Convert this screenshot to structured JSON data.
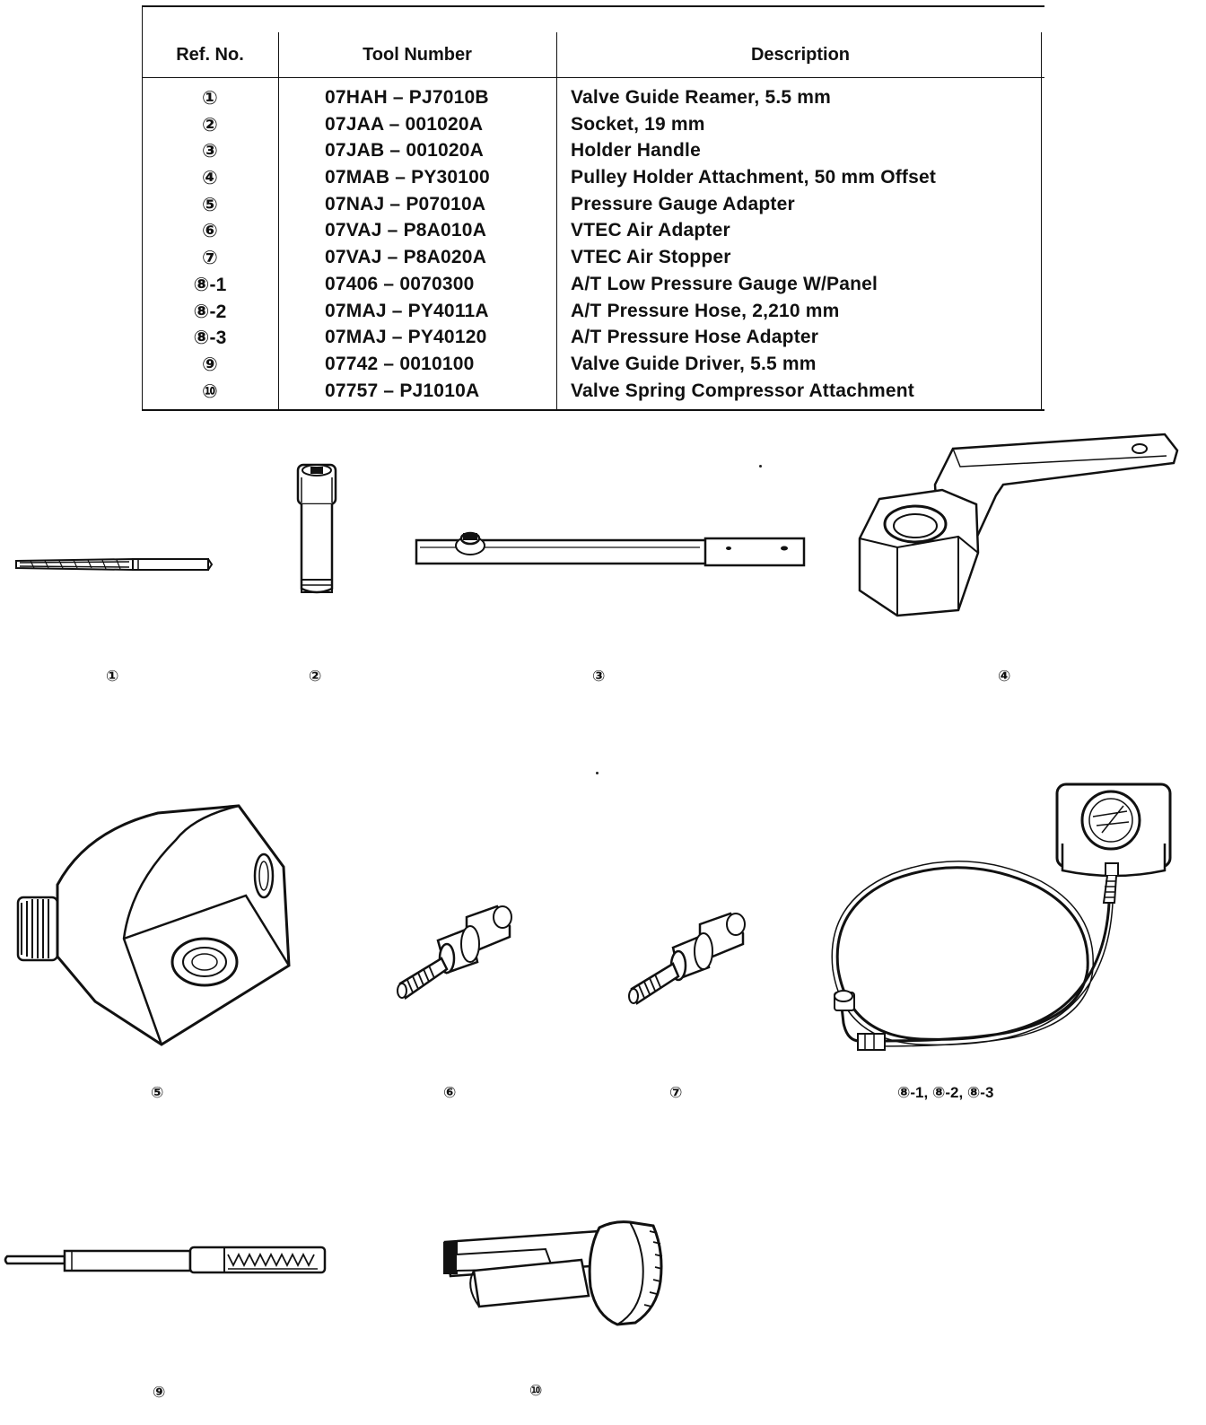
{
  "table": {
    "headers": {
      "ref": "Ref. No.",
      "tool": "Tool Number",
      "desc": "Description"
    },
    "rows": [
      {
        "ref": "①",
        "tool": "07HAH – PJ7010B",
        "desc": "Valve Guide Reamer, 5.5 mm"
      },
      {
        "ref": "②",
        "tool": "07JAA – 001020A",
        "desc": "Socket, 19 mm"
      },
      {
        "ref": "③",
        "tool": "07JAB – 001020A",
        "desc": "Holder Handle"
      },
      {
        "ref": "④",
        "tool": "07MAB – PY30100",
        "desc": "Pulley Holder Attachment, 50 mm Offset"
      },
      {
        "ref": "⑤",
        "tool": "07NAJ – P07010A",
        "desc": "Pressure Gauge Adapter"
      },
      {
        "ref": "⑥",
        "tool": "07VAJ – P8A010A",
        "desc": "VTEC Air Adapter"
      },
      {
        "ref": "⑦",
        "tool": "07VAJ – P8A020A",
        "desc": "VTEC Air Stopper"
      },
      {
        "ref": "⑧-1",
        "tool": "07406 – 0070300",
        "desc": "A/T Low Pressure Gauge W/Panel"
      },
      {
        "ref": "⑧-2",
        "tool": "07MAJ – PY4011A",
        "desc": "A/T Pressure Hose, 2,210 mm"
      },
      {
        "ref": "⑧-3",
        "tool": "07MAJ – PY40120",
        "desc": "A/T Pressure Hose Adapter"
      },
      {
        "ref": "⑨",
        "tool": "07742 – 0010100",
        "desc": "Valve Guide Driver, 5.5 mm"
      },
      {
        "ref": "⑩",
        "tool": "07757 – PJ1010A",
        "desc": "Valve Spring Compressor Attachment"
      }
    ]
  },
  "figures": {
    "c1": "①",
    "c2": "②",
    "c3": "③",
    "c4": "④",
    "c5": "⑤",
    "c6": "⑥",
    "c7": "⑦",
    "c8": "⑧-1, ⑧-2, ⑧-3",
    "c9": "⑨",
    "c10": "⑩"
  },
  "icons": {
    "reamer": "valve-guide-reamer-icon",
    "socket": "socket-icon",
    "handle": "holder-handle-icon",
    "pulley": "pulley-holder-attachment-icon",
    "adapter": "pressure-gauge-adapter-icon",
    "air_adapter": "vtec-air-adapter-icon",
    "air_stopper": "vtec-air-stopper-icon",
    "gauge": "pressure-gauge-hose-icon",
    "driver": "valve-guide-driver-icon",
    "compressor": "valve-spring-compressor-icon"
  }
}
